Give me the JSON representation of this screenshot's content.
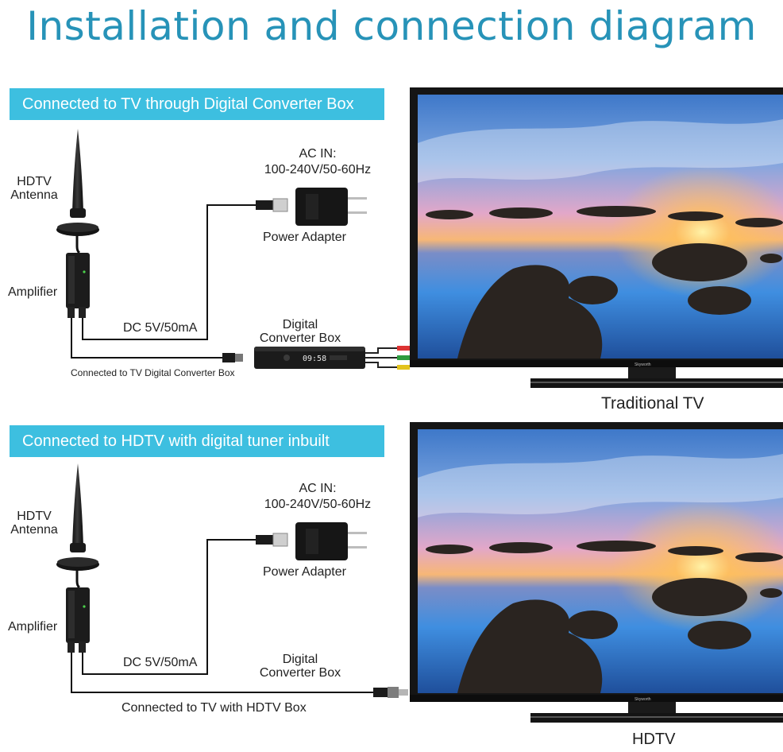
{
  "title": "Installation and connection diagram",
  "sections": [
    {
      "banner": "Connected to TV through Digital Converter Box",
      "antenna_label_1": "HDTV",
      "antenna_label_2": "Antenna",
      "amplifier_label": "Amplifier",
      "ac_in_1": "AC IN:",
      "ac_in_2": "100-240V/50-60Hz",
      "power_adapter": "Power Adapter",
      "dc_label": "DC 5V/50mA",
      "converter_1": "Digital",
      "converter_2": "Converter Box",
      "box_display": "09:58",
      "connection_text": "Connected to TV Digital Converter Box",
      "tv_brand": "Skyworth",
      "tv_label": "Traditional TV"
    },
    {
      "banner": "Connected to HDTV with digital tuner inbuilt",
      "antenna_label_1": "HDTV",
      "antenna_label_2": "Antenna",
      "amplifier_label": "Amplifier",
      "ac_in_1": "AC IN:",
      "ac_in_2": "100-240V/50-60Hz",
      "power_adapter": "Power Adapter",
      "dc_label": "DC 5V/50mA",
      "converter_1": "Digital",
      "converter_2": "Converter Box",
      "connection_text": "Connected to TV with HDTV Box",
      "tv_brand": "Skyworth",
      "tv_label": "HDTV"
    }
  ],
  "colors": {
    "title": "#2793b8",
    "banner": "#3dbfe0",
    "device": "#1b1b1b",
    "cable": "#111111"
  }
}
